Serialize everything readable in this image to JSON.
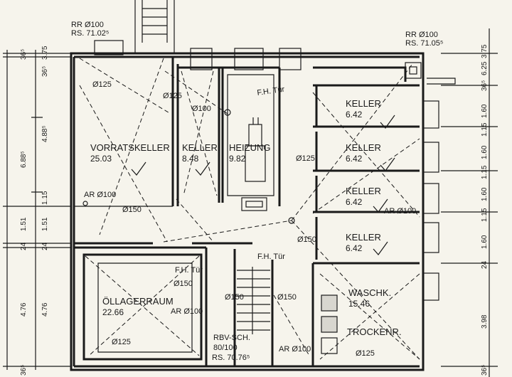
{
  "rooms": {
    "vorrat": {
      "name": "VORRATSKELLER",
      "area": "25.03"
    },
    "keller_mid": {
      "name": "KELLER",
      "area": "8.48"
    },
    "heizung": {
      "name": "HEIZUNG",
      "area": "9.82"
    },
    "keller_r1": {
      "name": "KELLER",
      "area": "6.42"
    },
    "keller_r2": {
      "name": "KELLER",
      "area": "6.42"
    },
    "keller_r3": {
      "name": "KELLER",
      "area": "6.42"
    },
    "keller_r4": {
      "name": "KELLER",
      "area": "6.42"
    },
    "oellager": {
      "name": "ÖLLAGERRAUM",
      "area": "22.66"
    },
    "wasch": {
      "name": "WASCHK.",
      "area": "15.46"
    },
    "trocken": {
      "name": "TROCKENR."
    }
  },
  "pipe_labels": {
    "rr_left": "RR Ø100",
    "rs_left": "RS. 71.02⁵",
    "rr_right": "RR Ø100",
    "rs_right": "RS. 71.05⁵",
    "d125_vorrat": "Ø125",
    "d125_top": "Ø125",
    "d100_top": "Ø100",
    "d125_mid": "Ø125",
    "ar100_left": "AR Ø100",
    "d150_left": "Ø150",
    "ar100_right": "AR Ø100",
    "d150_center": "Ø150",
    "d150_oel": "Ø150",
    "ar100_oel": "AR Ø100",
    "d150_stair": "Ø150",
    "d150_lower": "Ø150",
    "ar100_lower": "AR Ø100",
    "d125_oel": "Ø125",
    "d125_wasch": "Ø125",
    "rbv1": "RBV-SCH.",
    "rbv2": "80/100",
    "rbv3": "RS. 70.76⁵"
  },
  "door_labels": {
    "fh_top": "F.H. Tür",
    "fh_mid": "F.H. Tür",
    "fh_oel": "F.H. Tür"
  },
  "dims_left_outer": {
    "d1": "36⁵",
    "d2": "6.88⁵",
    "d3": "1.51",
    "d4": "24",
    "d5": "4.76",
    "d6": "36⁵"
  },
  "dims_left_inner": {
    "d1": "3.75",
    "d2": "36⁵",
    "d3": "4.88⁵",
    "d4": "1.15",
    "d5": "1.51",
    "d6": "24",
    "d7": "4.76"
  },
  "dims_right": {
    "d1": "3.75",
    "d2": "6.25",
    "d3": "36⁵",
    "d4": "1.60",
    "d5": "1.15",
    "d6": "1.60",
    "d7": "1.15",
    "d8": "1.60",
    "d9": "1.15",
    "d10": "1.60",
    "d11": "24",
    "d12": "3.98",
    "d13": "36⁵"
  }
}
